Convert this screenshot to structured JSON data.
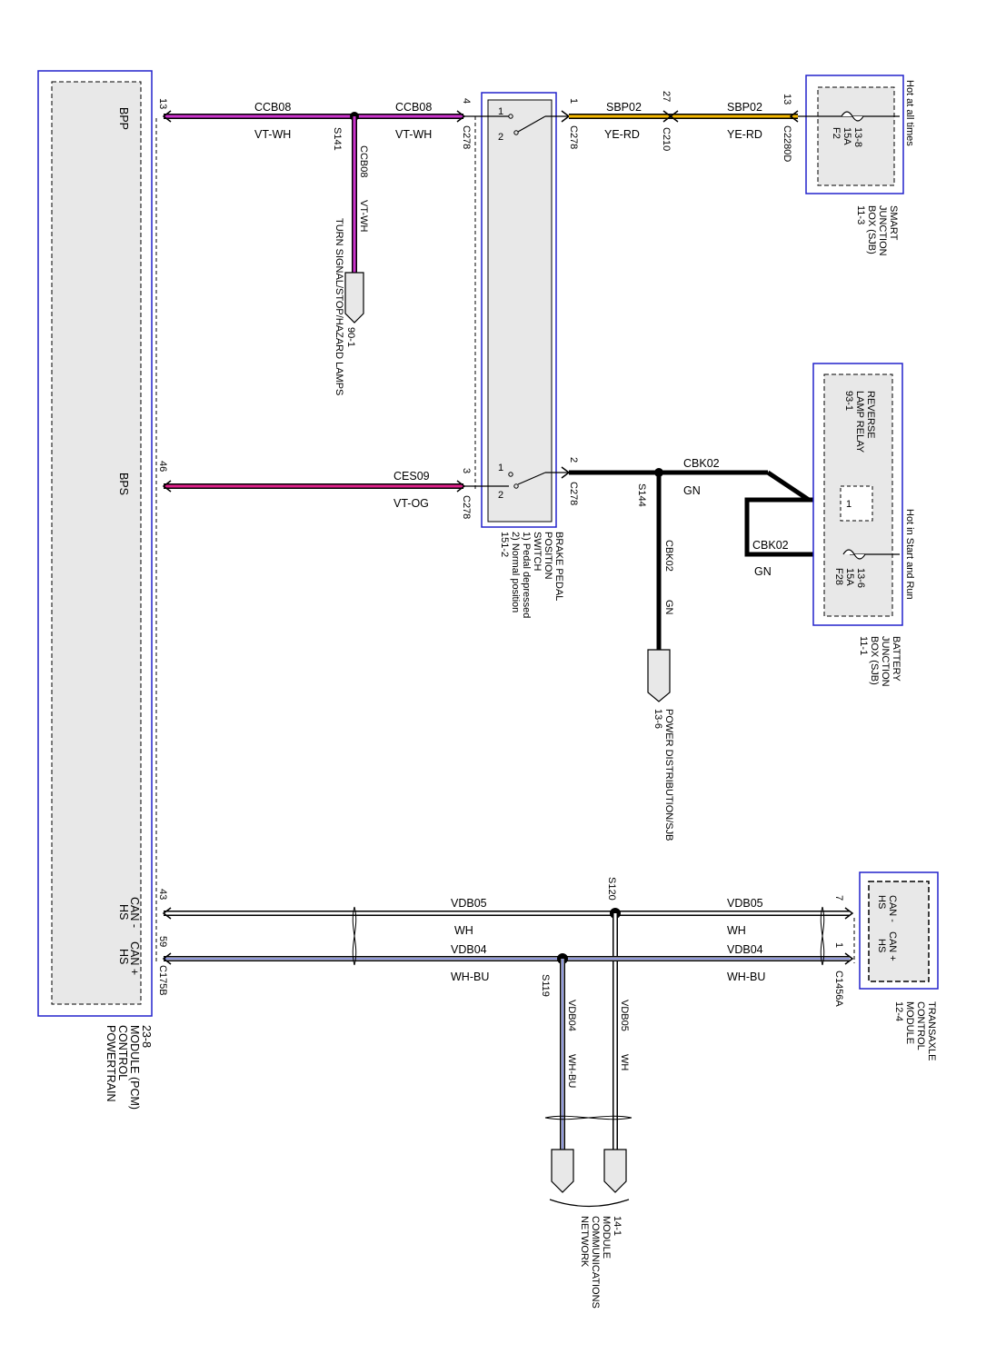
{
  "modules": {
    "pcm": {
      "lines": [
        "POWERTRAIN",
        "CONTROL",
        "MODULE (PCM)",
        "23-8"
      ],
      "connector": "C175B"
    },
    "sjb_smart": {
      "lines": [
        "SMART",
        "JUNCTION",
        "BOX (SJB)",
        "11-3"
      ],
      "hot_note": "Hot at all times",
      "fuse": [
        "F2",
        "15A",
        "13-8"
      ],
      "connector": "C2280D",
      "pin": "13"
    },
    "bjb": {
      "lines": [
        "BATTERY",
        "JUNCTION",
        "BOX (SJB)",
        "11-1"
      ],
      "hot_note": "Hot in Start and Run",
      "fuse": [
        "F28",
        "15A",
        "13-6"
      ],
      "relay": [
        "REVERSE",
        "LAMP RELAY",
        "93-1"
      ],
      "relay_pin": "1"
    },
    "tcm": {
      "lines": [
        "TRANSAXLE",
        "CONTROL",
        "MODULE",
        "12-4"
      ],
      "connector": "C1456A"
    },
    "bpp_switch": {
      "lines": [
        "BRAKE PEDAL",
        "POSITION",
        "SWITCH",
        "1) Pedal depressed",
        "2) Normal position",
        "151-2"
      ]
    }
  },
  "pins": {
    "bpp": {
      "label": "BPP",
      "pin": "13"
    },
    "bps": {
      "label": "BPS",
      "pin": "46"
    },
    "hs_can_minus": {
      "label1": "HS",
      "label2": "CAN -",
      "pin": "43"
    },
    "hs_can_plus": {
      "label1": "HS",
      "label2": "CAN +",
      "pin": "59"
    },
    "tcm_can_minus": {
      "label1": "HS",
      "label2": "CAN -",
      "pin": "7"
    },
    "tcm_can_plus": {
      "label1": "HS",
      "label2": "CAN +",
      "pin": "1"
    }
  },
  "switch": {
    "top": {
      "pin_in": "4",
      "pin_out": "1",
      "connector": "C278",
      "pos1": "1",
      "pos2": "2"
    },
    "bottom": {
      "pin_in": "3",
      "pin_out": "2",
      "connector": "C278",
      "pos1": "1",
      "pos2": "2"
    }
  },
  "wires": {
    "ccb08_a": {
      "circuit": "CCB08",
      "color": "VT-WH"
    },
    "ccb08_b": {
      "circuit": "CCB08",
      "color": "VT-WH"
    },
    "ccb08_down": {
      "circuit": "CCB08",
      "color": "VT-WH"
    },
    "splice_s141": "S141",
    "turn_ref": [
      "90-1",
      "TURN SIGNAL/STOP/HAZARD LAMPS"
    ],
    "sbp02_a": {
      "circuit": "SBP02",
      "color": "YE-RD"
    },
    "sbp02_b": {
      "circuit": "SBP02",
      "color": "YE-RD"
    },
    "c210": {
      "connector": "C210",
      "pin": "27"
    },
    "ces09": {
      "circuit": "CES09",
      "color": "VT-OG"
    },
    "cbk02_a": {
      "circuit": "CBK02",
      "color": "GN"
    },
    "cbk02_b": {
      "circuit": "CBK02",
      "color": "GN"
    },
    "cbk02_down": {
      "circuit": "CBK02",
      "color": "GN"
    },
    "splice_s144": "S144",
    "power_ref": [
      "13-6",
      "POWER DISTRIBUTION/SJB"
    ],
    "vdb05_a": {
      "circuit": "VDB05",
      "color": "WH"
    },
    "vdb05_b": {
      "circuit": "VDB05",
      "color": "WH"
    },
    "vdb04_a": {
      "circuit": "VDB04",
      "color": "WH-BU"
    },
    "vdb04_b": {
      "circuit": "VDB04",
      "color": "WH-BU"
    },
    "vdb05_down": {
      "circuit": "VDB05",
      "color": "WH"
    },
    "vdb04_down": {
      "circuit": "VDB04",
      "color": "WH-BU"
    },
    "splice_s120": "S120",
    "splice_s119": "S119",
    "network_ref": [
      "14-1",
      "MODULE",
      "COMMUNICATIONS",
      "NETWORK"
    ]
  },
  "colors": {
    "violet": "#cc33cc",
    "pink": "#e0208a",
    "yellow": "#f5b800",
    "green": "#000000",
    "blue": "#2233bb",
    "box": "#2222cc",
    "fill": "#e8e8e8"
  }
}
